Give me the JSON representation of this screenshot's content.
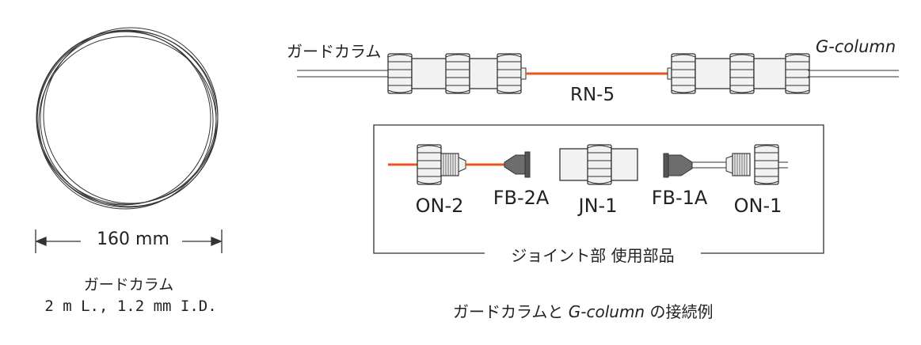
{
  "coil": {
    "dimension": "160 mm",
    "caption_line1": "ガードカラム",
    "caption_line2": "2 m L., 1.2 mm I.D."
  },
  "connection": {
    "left_label": "ガードカラム",
    "right_label": "G-column",
    "tube_label": "RN-5",
    "caption_prefix": "ガードカラムと ",
    "caption_italic": "G-column",
    "caption_suffix": " の接続例"
  },
  "parts_box": {
    "title": "ジョイント部 使用部品",
    "parts": [
      "ON-2",
      "FB-2A",
      "JN-1",
      "FB-1A",
      "ON-1"
    ]
  },
  "colors": {
    "tube": "#e8541e",
    "line": "#333333",
    "fitting_fill": "#f2f2f2",
    "ferrule_fill": "#6d6d6d"
  }
}
